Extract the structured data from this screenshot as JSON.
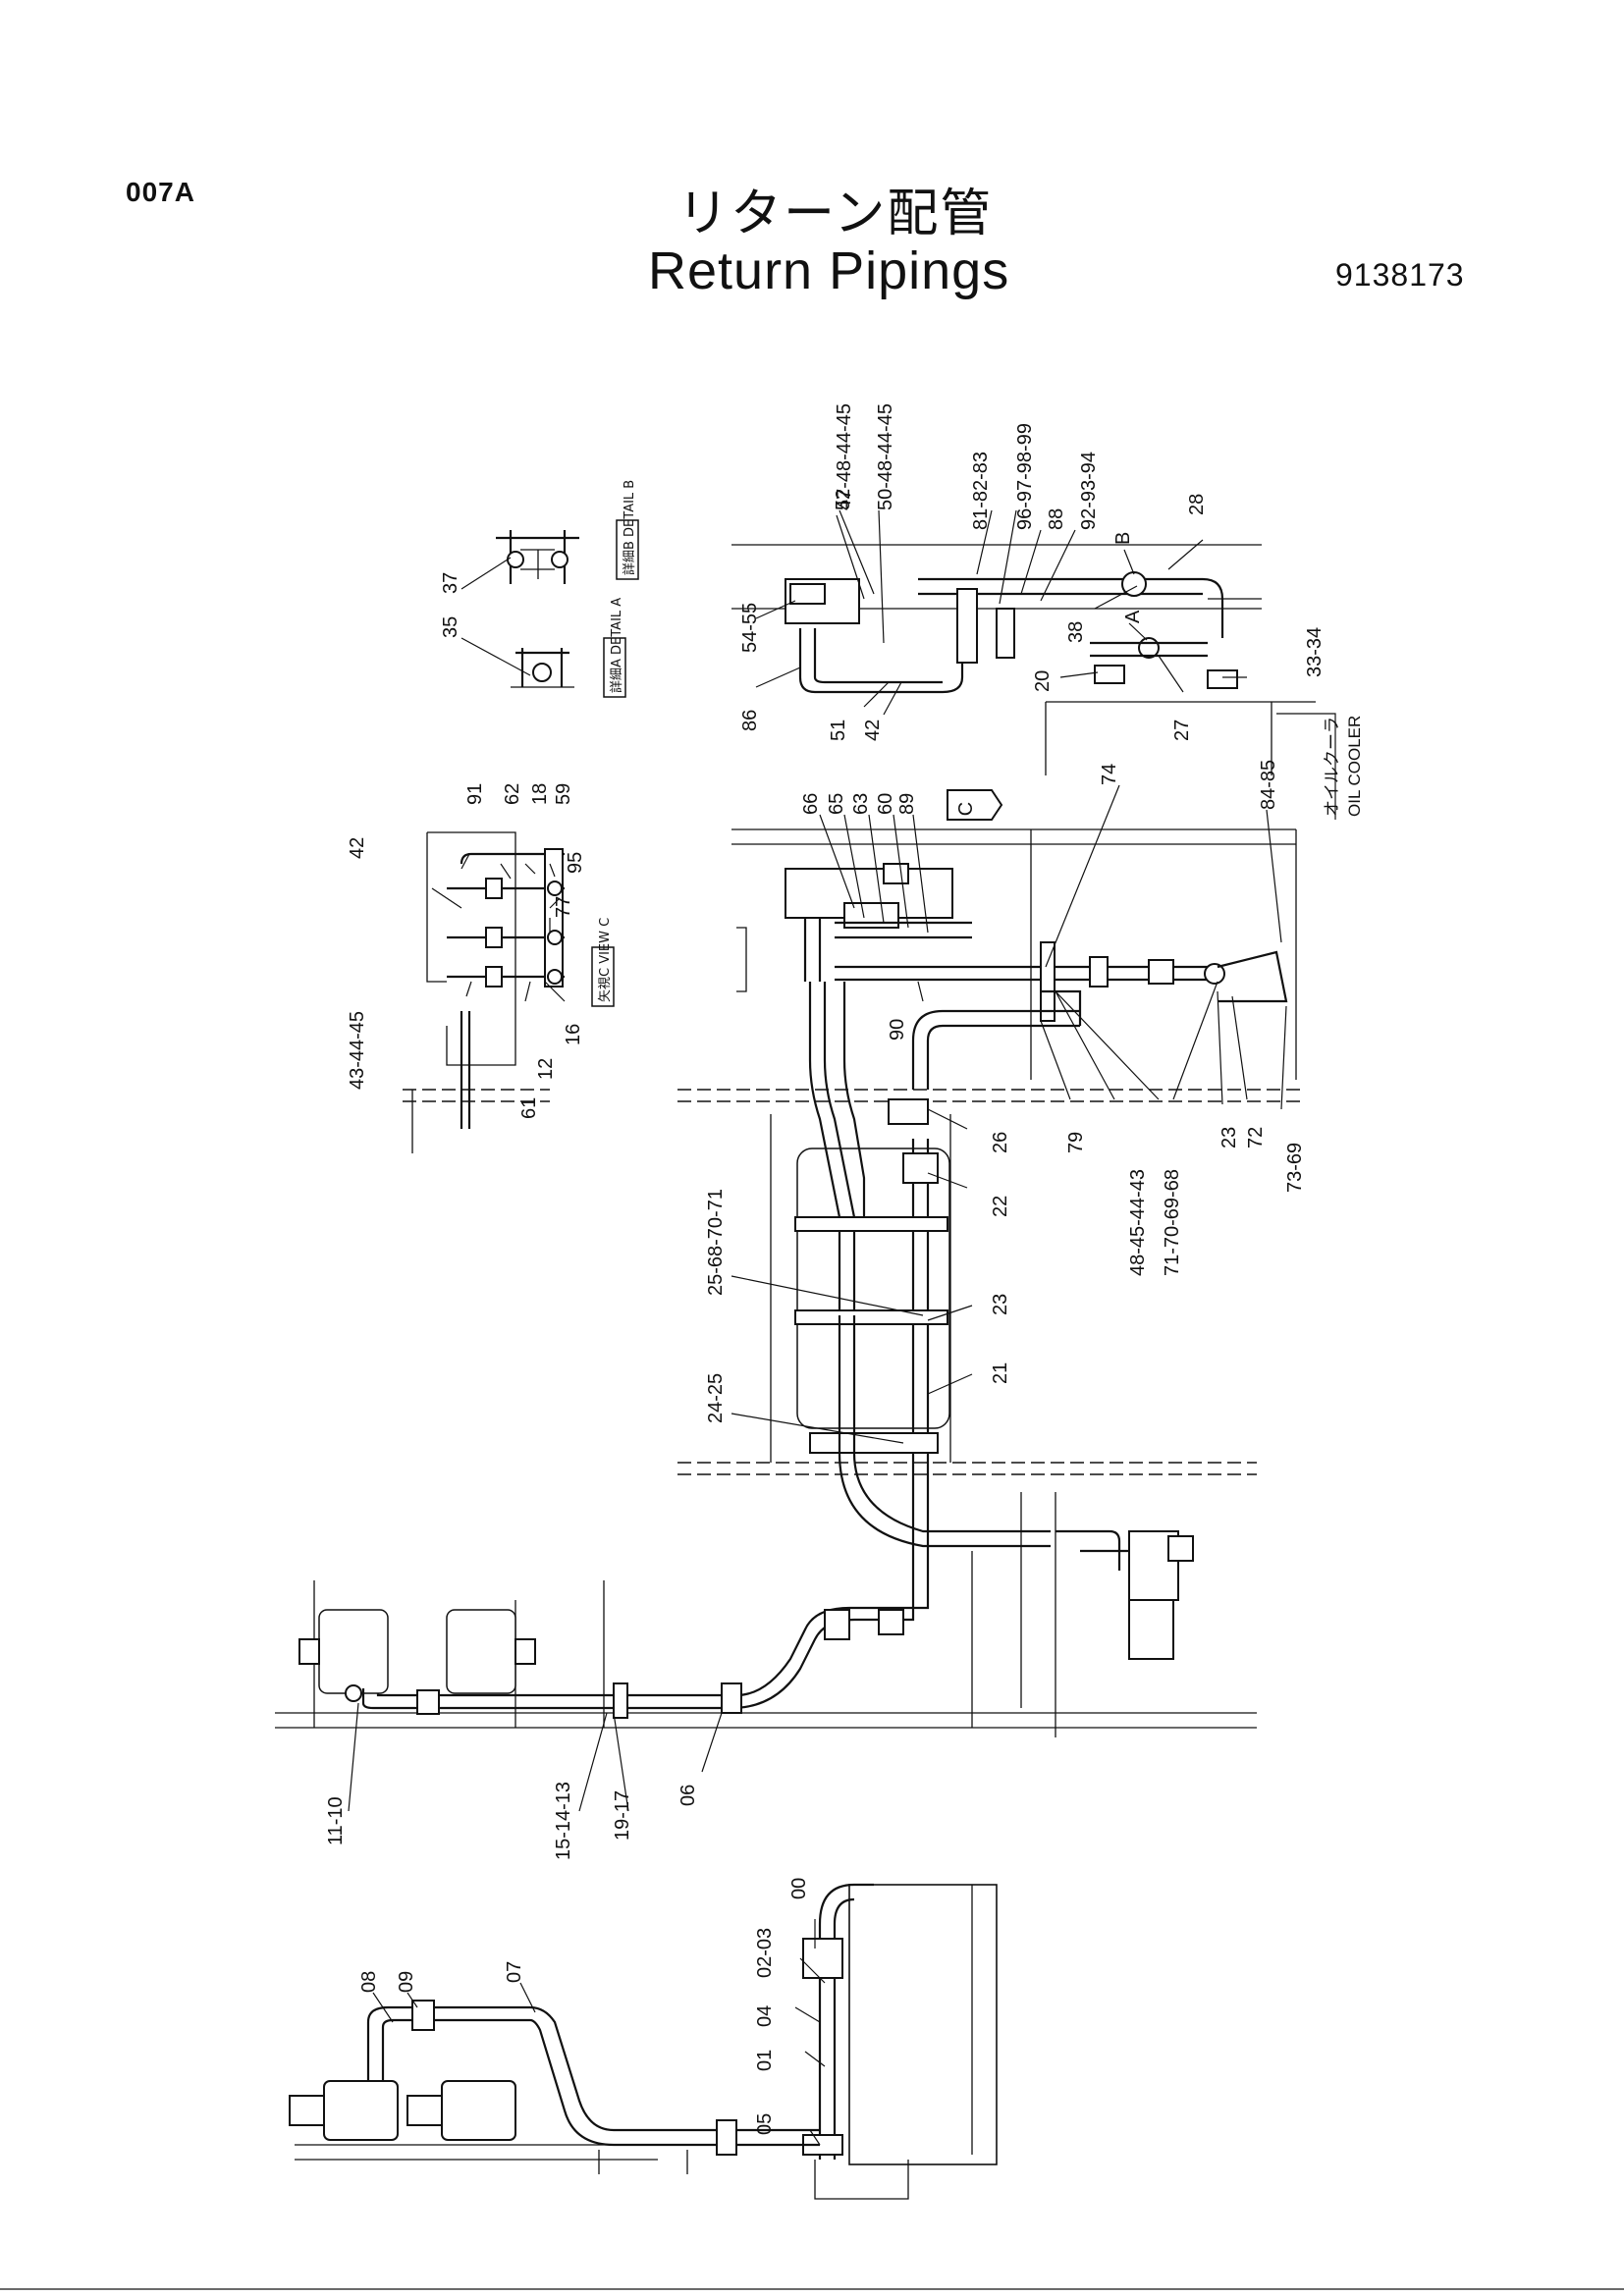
{
  "header": {
    "page_code": "007A",
    "title_jp": "リターン配管",
    "title_en": "Return Pipings",
    "drawing_number": "9138173"
  },
  "details": {
    "detail_a": "詳細A DETAIL A",
    "detail_b": "詳細B DETAIL B",
    "view_c_box": "矢視C VIEW C",
    "view_c_marker": "C"
  },
  "notes": {
    "oil_cooler_jp": "オイルクーラ",
    "oil_cooler_en": "OIL COOLER"
  },
  "callouts": [
    "47-48-44-45",
    "50-48-44-45",
    "52",
    "54-55",
    "86",
    "51",
    "42",
    "81-82-83",
    "96-97-98-99",
    "88",
    "92-93-94",
    "B",
    "28",
    "38",
    "A",
    "20",
    "27",
    "33-34",
    "84-85",
    "74",
    "66",
    "65",
    "63",
    "60",
    "89",
    "90",
    "79",
    "48-45-44-43",
    "71-70-69-68",
    "23",
    "72",
    "73-69",
    "26",
    "22",
    "25-68-70-71",
    "21",
    "24-25",
    "37",
    "35",
    "91",
    "62",
    "18",
    "59",
    "95",
    "77",
    "43-44-45",
    "61",
    "12",
    "16",
    "11-10",
    "15-14-13",
    "19-17",
    "06",
    "00",
    "02-03",
    "04",
    "01",
    "05",
    "08",
    "09",
    "07"
  ]
}
